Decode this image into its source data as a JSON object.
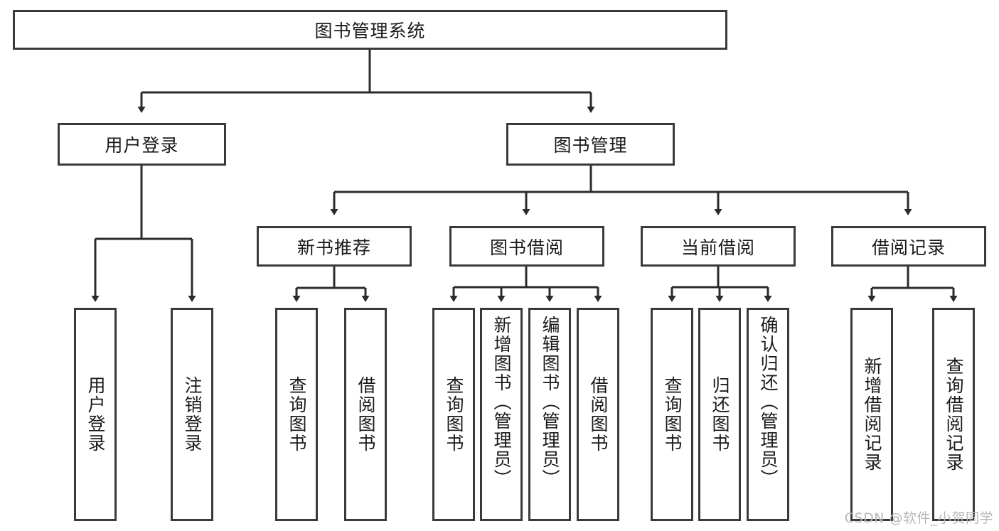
{
  "diagram": {
    "type": "tree-hierarchy-diagram",
    "title": "图书管理系统",
    "watermark": "CSDN @软件_小贺同学",
    "colors": {
      "background": "#ffffff",
      "node_border": "#3a3a3a",
      "node_fill": "#ffffff",
      "edge": "#2b2b2b",
      "text": "#1a1a1a",
      "watermark": "#b8b8b8"
    },
    "root": {
      "label": "图书管理系统"
    },
    "level2": [
      {
        "label": "用户登录"
      },
      {
        "label": "图书管理"
      }
    ],
    "level3": [
      {
        "label": "新书推荐"
      },
      {
        "label": "图书借阅"
      },
      {
        "label": "当前借阅"
      },
      {
        "label": "借阅记录"
      }
    ],
    "leaves": {
      "user_login": [
        {
          "label": "用户登录"
        },
        {
          "label": "注销登录"
        }
      ],
      "new_book_recommend": [
        {
          "label": "查询图书"
        },
        {
          "label": "借阅图书"
        }
      ],
      "book_borrow": [
        {
          "label": "查询图书"
        },
        {
          "label": "新增图书（管理员）"
        },
        {
          "label": "编辑图书（管理员）"
        },
        {
          "label": "借阅图书"
        }
      ],
      "current_borrow": [
        {
          "label": "查询图书"
        },
        {
          "label": "归还图书"
        },
        {
          "label": "确认归还（管理员）"
        }
      ],
      "borrow_record": [
        {
          "label": "新增借阅记录"
        },
        {
          "label": "查询借阅记录"
        }
      ]
    }
  }
}
